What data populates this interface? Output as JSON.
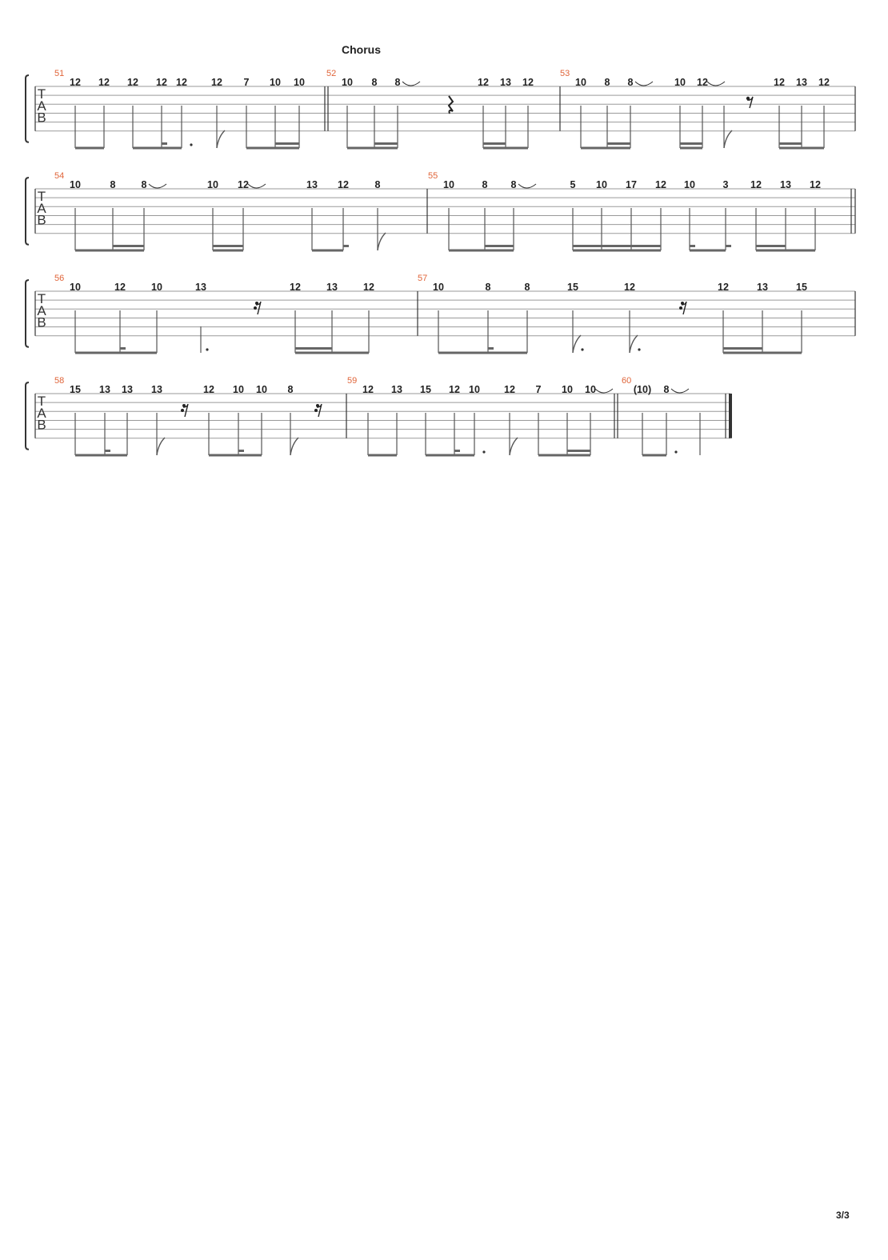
{
  "document": {
    "section_label": "Chorus",
    "page_number": "3/3",
    "tab_clef": [
      "T",
      "A",
      "B"
    ]
  },
  "systems": [
    {
      "measures": [
        {
          "number": "51",
          "notes": [
            {
              "f": "12",
              "d": "8"
            },
            {
              "f": "12",
              "d": "8"
            },
            {
              "f": "12",
              "d": "8"
            },
            {
              "f": "12",
              "d": "16"
            },
            {
              "f": "12",
              "d": "8."
            },
            {
              "f": "12",
              "d": "8f"
            },
            {
              "f": "7",
              "d": "8"
            },
            {
              "f": "10",
              "d": "16"
            },
            {
              "f": "10",
              "d": "16"
            }
          ]
        },
        {
          "number": "52",
          "notes": [
            {
              "f": "10",
              "d": "8"
            },
            {
              "f": "8",
              "d": "16"
            },
            {
              "f": "8",
              "d": "16",
              "tie": true
            },
            {
              "rest": "quarter"
            },
            {
              "f": "12",
              "d": "16"
            },
            {
              "f": "13",
              "d": "16"
            },
            {
              "f": "12",
              "d": "8"
            }
          ]
        },
        {
          "number": "53",
          "notes": [
            {
              "f": "10",
              "d": "8"
            },
            {
              "f": "8",
              "d": "16"
            },
            {
              "f": "8",
              "d": "16",
              "tie": true
            },
            {
              "f": "10",
              "d": "8"
            },
            {
              "f": "12",
              "d": "16",
              "tie": true
            },
            {
              "f": "",
              "d": "8f"
            },
            {
              "rest": "eighth"
            },
            {
              "f": "12",
              "d": "16"
            },
            {
              "f": "13",
              "d": "16"
            },
            {
              "f": "12",
              "d": "8"
            }
          ]
        }
      ]
    },
    {
      "measures": [
        {
          "number": "54",
          "notes": [
            {
              "f": "10",
              "d": "8"
            },
            {
              "f": "8",
              "d": "16"
            },
            {
              "f": "8",
              "d": "16",
              "tie": true
            },
            {
              "f": "10",
              "d": "8"
            },
            {
              "f": "12",
              "d": "16",
              "tie": true
            },
            {
              "f": "13",
              "d": "8"
            },
            {
              "f": "12",
              "d": "16"
            },
            {
              "f": "8",
              "d": "8f"
            }
          ]
        },
        {
          "number": "55",
          "notes": [
            {
              "f": "10",
              "d": "8"
            },
            {
              "f": "8",
              "d": "16"
            },
            {
              "f": "8",
              "d": "16",
              "tie": true
            },
            {
              "f": "5",
              "d": "16"
            },
            {
              "f": "10",
              "d": "16"
            },
            {
              "f": "17",
              "d": "16"
            },
            {
              "f": "12",
              "d": "16"
            },
            {
              "f": "10",
              "d": "8"
            },
            {
              "f": "3",
              "d": "16"
            },
            {
              "f": "12",
              "d": "16"
            },
            {
              "f": "13",
              "d": "16"
            },
            {
              "f": "12",
              "d": "8"
            }
          ]
        }
      ]
    },
    {
      "measures": [
        {
          "number": "56",
          "notes": [
            {
              "f": "10",
              "d": "8"
            },
            {
              "f": "12",
              "d": "16"
            },
            {
              "f": "10",
              "d": "8"
            },
            {
              "f": "13",
              "d": "4."
            },
            {
              "rest": "sixteenth"
            },
            {
              "f": "12",
              "d": "16"
            },
            {
              "f": "13",
              "d": "16"
            },
            {
              "f": "12",
              "d": "8"
            }
          ]
        },
        {
          "number": "57",
          "notes": [
            {
              "f": "10",
              "d": "8"
            },
            {
              "f": "8",
              "d": "16"
            },
            {
              "f": "8",
              "d": "8"
            },
            {
              "f": "15",
              "d": "8f."
            },
            {
              "f": "12",
              "d": "8f."
            },
            {
              "rest": "sixteenth"
            },
            {
              "f": "12",
              "d": "16"
            },
            {
              "f": "13",
              "d": "16"
            },
            {
              "f": "15",
              "d": "8"
            }
          ]
        }
      ]
    },
    {
      "measures": [
        {
          "number": "58",
          "notes": [
            {
              "f": "15",
              "d": "8"
            },
            {
              "f": "13",
              "d": "16"
            },
            {
              "f": "13",
              "d": "8"
            },
            {
              "f": "13",
              "d": "8f"
            },
            {
              "rest": "sixteenth"
            },
            {
              "f": "12",
              "d": "8"
            },
            {
              "f": "10",
              "d": "16"
            },
            {
              "f": "10",
              "d": "8"
            },
            {
              "f": "8",
              "d": "8f"
            },
            {
              "rest": "sixteenth"
            }
          ]
        },
        {
          "number": "59",
          "notes": [
            {
              "f": "12",
              "d": "8"
            },
            {
              "f": "13",
              "d": "8"
            },
            {
              "f": "15",
              "d": "8"
            },
            {
              "f": "12",
              "d": "16"
            },
            {
              "f": "10",
              "d": "8."
            },
            {
              "f": "12",
              "d": "8f"
            },
            {
              "f": "7",
              "d": "8"
            },
            {
              "f": "10",
              "d": "16"
            },
            {
              "f": "10",
              "d": "16",
              "tie": true
            }
          ]
        },
        {
          "number": "60",
          "notes": [
            {
              "f": "(10)",
              "d": "8"
            },
            {
              "f": "8",
              "d": "8.",
              "tie": true
            },
            {
              "f": "",
              "d": "4"
            }
          ]
        }
      ]
    }
  ]
}
